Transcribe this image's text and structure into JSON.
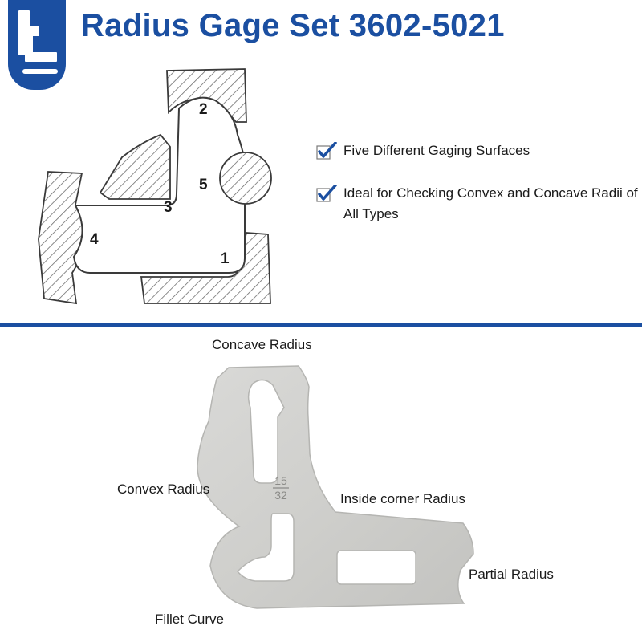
{
  "header": {
    "title": "Radius Gage Set 3602-5021",
    "brand_color": "#1b4fa1"
  },
  "diagram": {
    "surface_numbers": [
      "1",
      "2",
      "3",
      "4",
      "5"
    ]
  },
  "features": [
    {
      "text": "Five Different Gaging Surfaces",
      "icon": "checkmark-icon"
    },
    {
      "text": "Ideal for Checking Convex and Concave Radii of All Types",
      "icon": "checkmark-icon"
    }
  ],
  "gage": {
    "size_numerator": "15",
    "size_denominator": "32",
    "callouts": {
      "concave": "Concave Radius",
      "convex": "Convex Radius",
      "inside_corner": "Inside corner Radius",
      "partial": "Partial Radius",
      "fillet": "Fillet Curve"
    }
  }
}
